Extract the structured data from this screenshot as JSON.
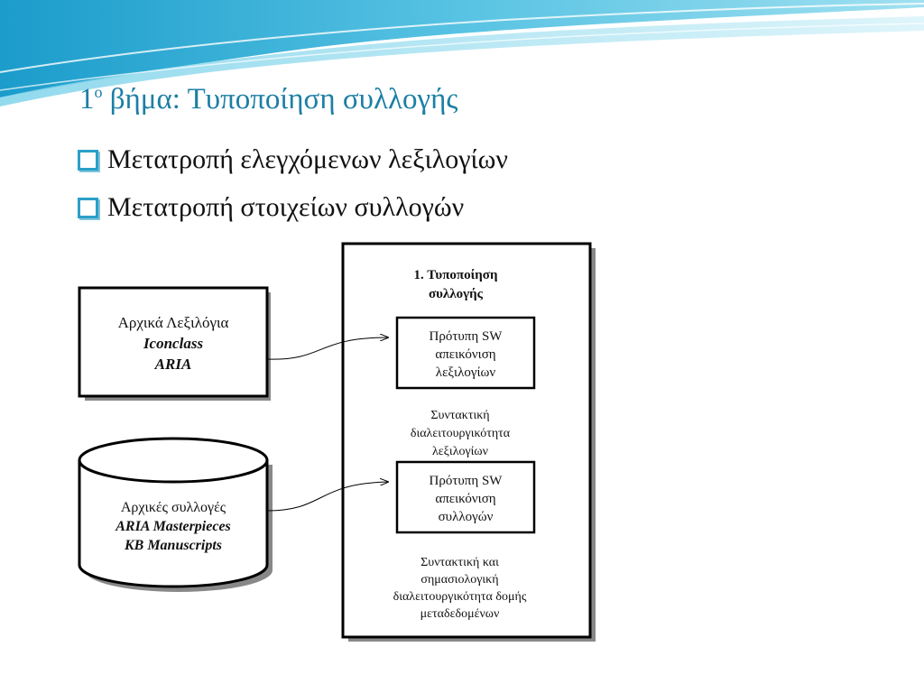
{
  "title": {
    "number": "1",
    "superscript": "ο",
    "text": " βήμα: Τυποποίηση συλλογής"
  },
  "bullets": [
    "Μετατροπή ελεγχόμενων λεξιλογίων",
    "Μετατροπή στοιχείων συλλογών"
  ],
  "diagram": {
    "vocabularies": {
      "line1": "Αρχικά Λεξιλόγια",
      "line2": "Iconclass",
      "line3": "ARIA"
    },
    "collections": {
      "line1": "Αρχικές συλλογές",
      "line2": "ARIA Masterpieces",
      "line3": "KB Manuscripts"
    },
    "process": {
      "title_line1": "1. Τυποποίηση",
      "title_line2": "συλλογής",
      "sw_vocab": {
        "line1": "Πρότυπη SW",
        "line2": "απεικόνιση",
        "line3": "λεξιλογίων"
      },
      "synt_vocab": {
        "line1": "Συντακτική",
        "line2": "διαλειτουργικότητα",
        "line3": "λεξιλογίων"
      },
      "sw_coll": {
        "line1": "Πρότυπη SW",
        "line2": "απεικόνιση",
        "line3": "συλλογών"
      },
      "synt_coll": {
        "line1": "Συντακτική και",
        "line2": "σημασιολογική",
        "line3": "διαλειτουργικότητα δομής",
        "line4": "μεταδεδομένων"
      }
    }
  },
  "colors": {
    "title": "#1c7fa5",
    "bullet_box": "#2aa0c8",
    "wave_dark": "#1e9fcc",
    "wave_light": "#8fd8ec"
  }
}
